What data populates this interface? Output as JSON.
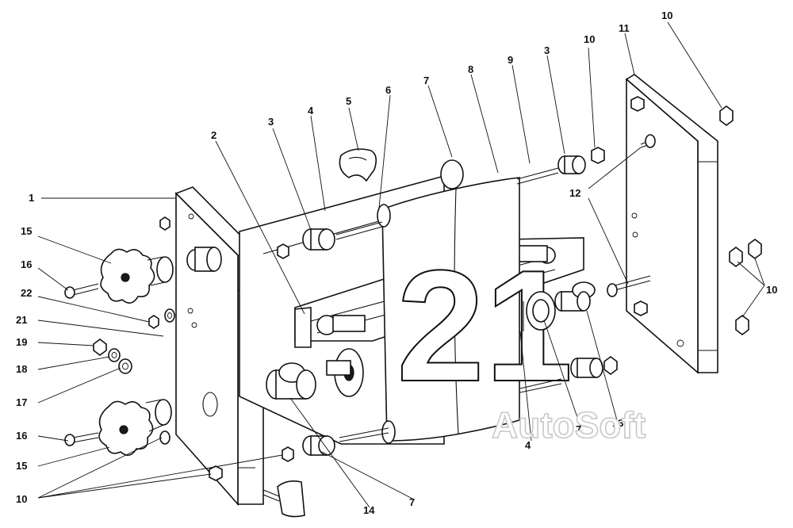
{
  "watermark": "AutoSoft",
  "plate_number_digits": "21",
  "callouts": [
    "1",
    "2",
    "3",
    "4",
    "5",
    "6",
    "7",
    "8",
    "9",
    "3",
    "10",
    "11",
    "10",
    "12",
    "10",
    "15",
    "16",
    "22",
    "21",
    "19",
    "18",
    "17",
    "16",
    "15",
    "10",
    "14",
    "7",
    "4",
    "7",
    "13"
  ]
}
